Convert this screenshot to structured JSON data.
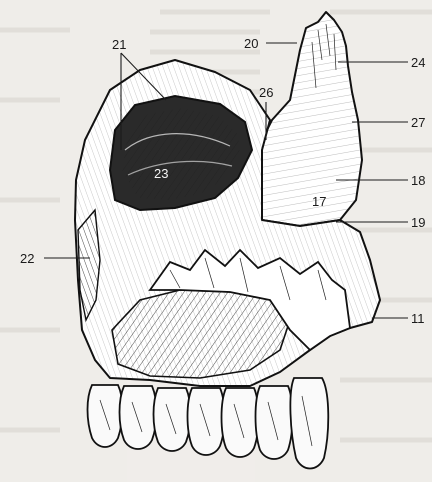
{
  "figure": {
    "labels": {
      "l20": "20",
      "l21": "21",
      "l24": "24",
      "l26": "26",
      "l27": "27",
      "l23": "23",
      "l18": "18",
      "l17": "17",
      "l19": "19",
      "l22": "22",
      "l11": "11"
    }
  }
}
